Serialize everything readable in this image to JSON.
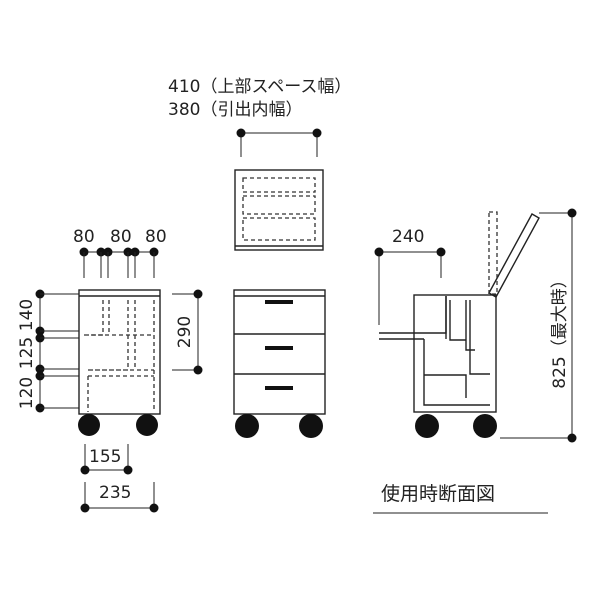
{
  "top_view": {
    "width_label_1": "410（上部スペース幅）",
    "width_label_2": "380（引出内幅）"
  },
  "side_view": {
    "top_dims": [
      "80",
      "80",
      "80"
    ],
    "height_dims": [
      "140",
      "125",
      "120"
    ],
    "base_inner": "155",
    "base_outer": "235"
  },
  "front_view": {
    "height_dim": "290"
  },
  "section_view": {
    "depth_dim": "240",
    "height_dim": "825（最大時）",
    "caption": "使用時断面図"
  }
}
